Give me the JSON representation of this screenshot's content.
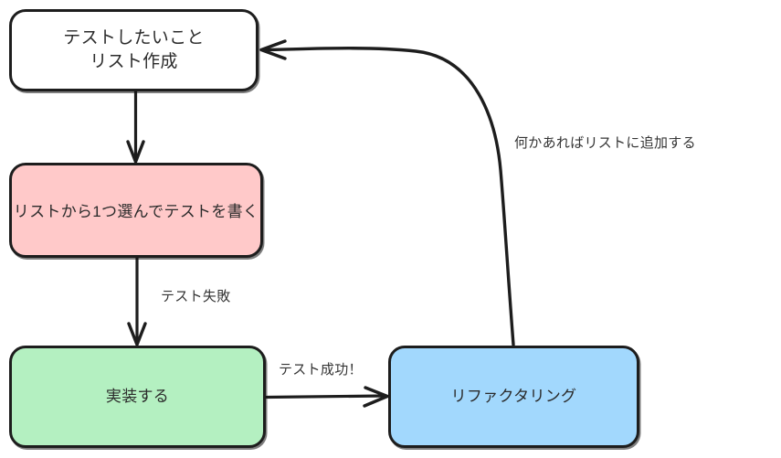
{
  "diagram": {
    "title": "TDD cycle flowchart",
    "background": "#ffffff",
    "stroke": "#1d1d1d",
    "nodes": [
      {
        "id": "list",
        "name": "node-test-list",
        "text": "テストしたいこと\nリスト作成",
        "fill": "#ffffff",
        "shape": "rounded-rectangle"
      },
      {
        "id": "write",
        "name": "node-write-test",
        "text": "リストから1つ選んでテストを書く",
        "fill": "#ffc9c9",
        "shape": "rounded-rectangle"
      },
      {
        "id": "impl",
        "name": "node-implement",
        "text": "実装する",
        "fill": "#b4f0c1",
        "shape": "rounded-rectangle"
      },
      {
        "id": "refactor",
        "name": "node-refactor",
        "text": "リファクタリング",
        "fill": "#a2d8fd",
        "shape": "rounded-rectangle"
      }
    ],
    "edges": [
      {
        "id": "e1",
        "from": "list",
        "to": "write",
        "label": ""
      },
      {
        "id": "e2",
        "from": "write",
        "to": "impl",
        "label": "テスト失敗"
      },
      {
        "id": "e3",
        "from": "impl",
        "to": "refactor",
        "label": "テスト成功！"
      },
      {
        "id": "e4",
        "from": "refactor",
        "to": "list",
        "label": "何かあればリストに追加する"
      }
    ]
  }
}
